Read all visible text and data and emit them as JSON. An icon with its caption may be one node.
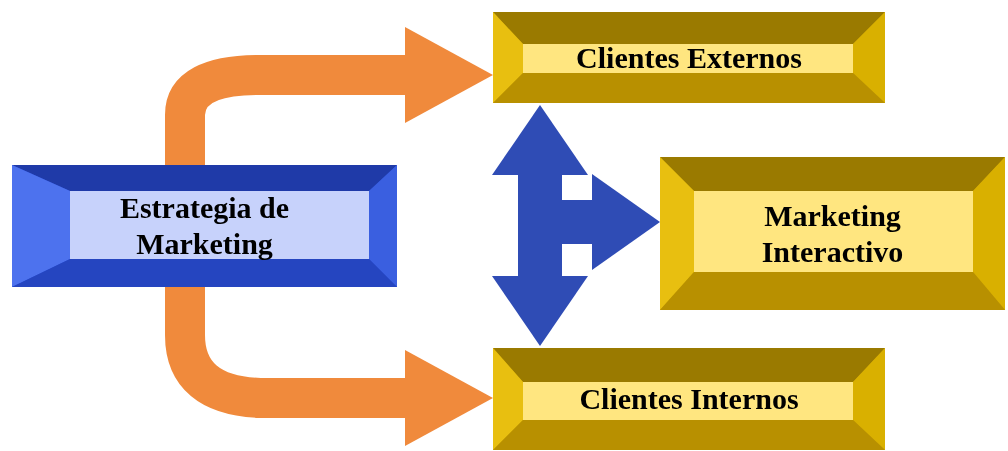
{
  "diagram": {
    "nodes": [
      {
        "text": [
          "Estrategia de Marketing"
        ]
      },
      {
        "text": [
          "Clientes Externos"
        ]
      },
      {
        "text": [
          "Marketing Interactivo"
        ]
      },
      {
        "text": [
          "Clientes Internos"
        ]
      }
    ],
    "edges": [
      {
        "from": 0,
        "to": 1,
        "arrow": "to",
        "color": "#f08a3c"
      },
      {
        "from": 0,
        "to": 3,
        "arrow": "to",
        "color": "#f08a3c"
      },
      {
        "from": 1,
        "to": 3,
        "arrow": "both",
        "color": "#2f4cb5"
      },
      {
        "from": null,
        "to": 2,
        "arrow": "to",
        "color": "#2f4cb5"
      }
    ]
  }
}
